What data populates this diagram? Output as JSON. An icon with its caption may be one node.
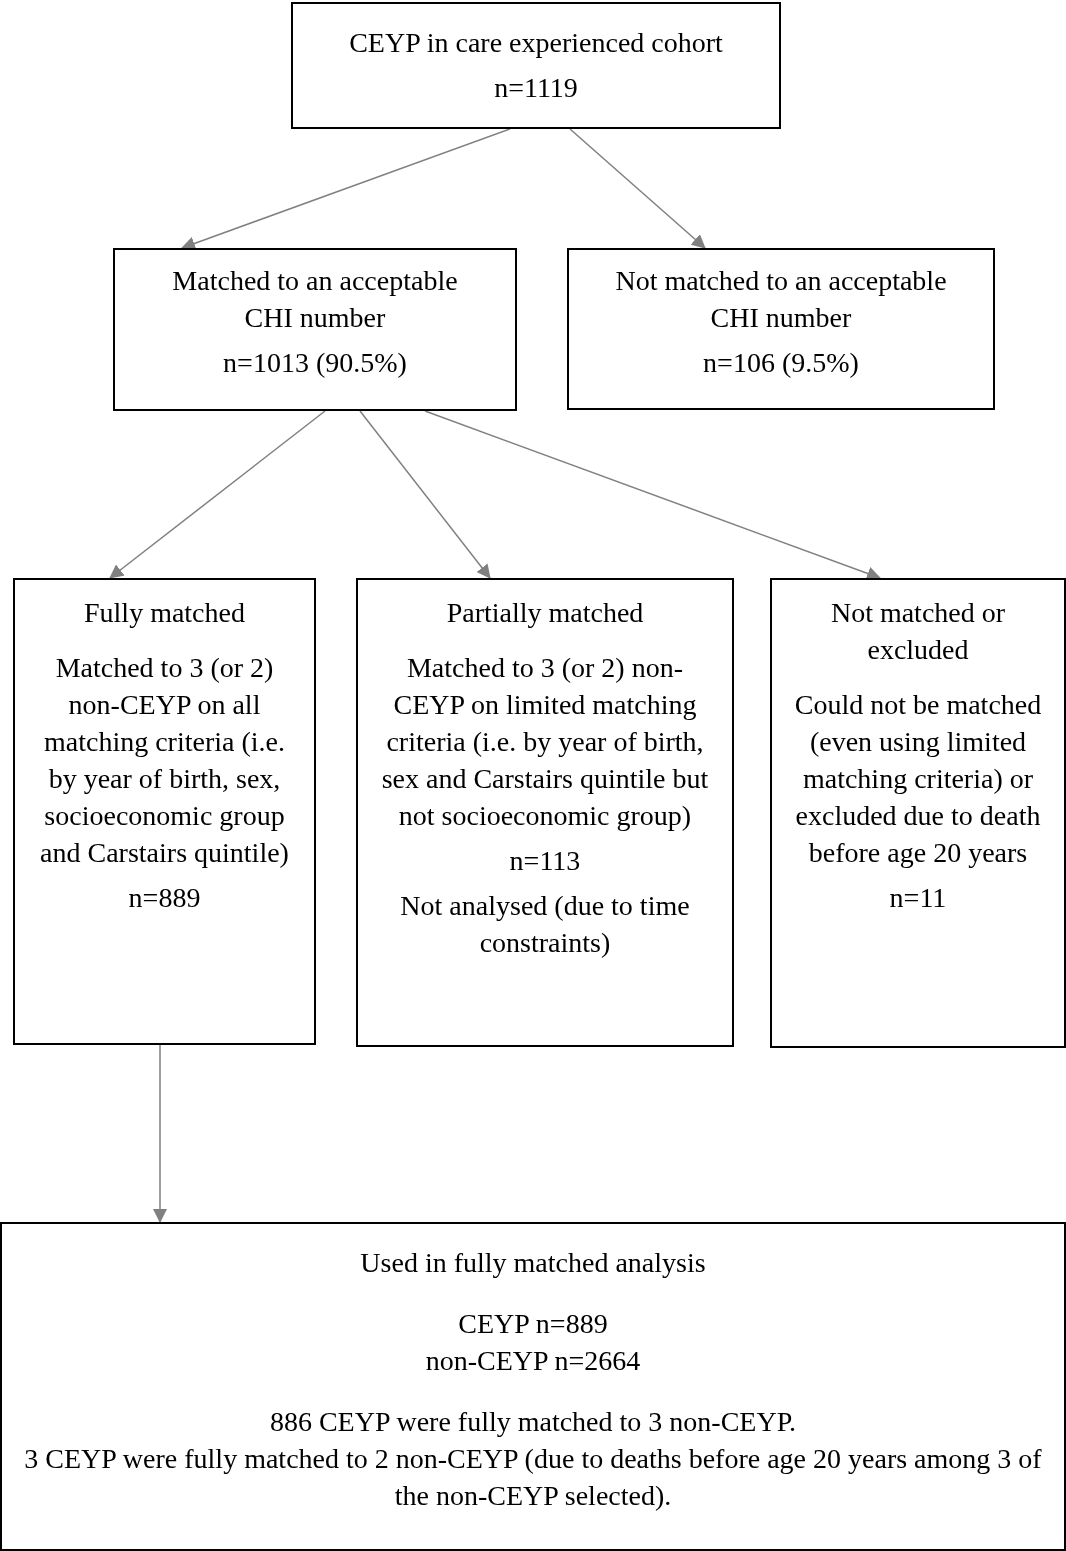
{
  "diagram": {
    "nodes": [
      {
        "text": [
          "CEYP in care experienced cohort",
          "n=1119"
        ]
      },
      {
        "text": [
          "Matched to an acceptable CHI number",
          "n=1013 (90.5%)"
        ]
      },
      {
        "text": [
          "Not matched to an acceptable CHI number",
          "n=106 (9.5%)"
        ]
      },
      {
        "text": [
          "Fully matched",
          "Matched to 3 (or 2) non-CEYP on all matching criteria (i.e. by year of birth, sex, socioeconomic group and Carstairs quintile)",
          "n=889"
        ]
      },
      {
        "text": [
          "Partially matched",
          "Matched to 3 (or 2) non-CEYP on limited matching criteria (i.e. by year of birth, sex and Carstairs quintile but not socioeconomic group)",
          "n=113",
          "Not analysed (due to time constraints)"
        ]
      },
      {
        "text": [
          "Not matched or excluded",
          "Could not be matched (even using limited matching criteria) or excluded due to death before age 20 years",
          "n=11"
        ]
      },
      {
        "text": [
          "Used in fully matched analysis",
          "CEYP n=889",
          "non-CEYP n=2664",
          "886 CEYP were fully matched to 3 non-CEYP.",
          "3 CEYP were fully matched to 2 non-CEYP (due to deaths before age 20 years among 3 of the non-CEYP selected)."
        ]
      }
    ],
    "edges": [
      {
        "from": 0,
        "to": 1,
        "arrow": "to"
      },
      {
        "from": 0,
        "to": 2,
        "arrow": "to"
      },
      {
        "from": 1,
        "to": 3,
        "arrow": "to"
      },
      {
        "from": 1,
        "to": 4,
        "arrow": "to"
      },
      {
        "from": 1,
        "to": 5,
        "arrow": "to"
      },
      {
        "from": 3,
        "to": 6,
        "arrow": "to"
      }
    ]
  }
}
